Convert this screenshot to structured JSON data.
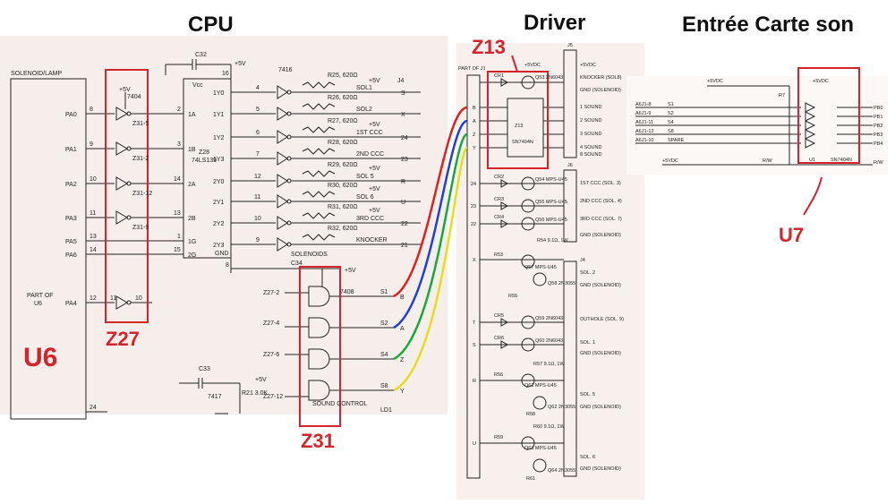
{
  "headings": {
    "cpu": "CPU",
    "driver": "Driver",
    "sound": "Entrée Carte son"
  },
  "annotations": {
    "u6": "U6",
    "z27": "Z27",
    "z31": "Z31",
    "z13": "Z13",
    "u7": "U7"
  },
  "colors": {
    "annotation_red": "#d4232a",
    "wire_red": "#e0201c",
    "wire_blue": "#1e3fd8",
    "wire_green": "#18a83a",
    "wire_yellow": "#e6dd1a"
  },
  "cpu": {
    "block_title": "SOLENOID/LAMP",
    "part_of_label": "PART OF",
    "part_of_ref": "U6",
    "pa_pins": [
      {
        "label": "PA0",
        "pin": "8"
      },
      {
        "label": "PA1",
        "pin": "9"
      },
      {
        "label": "PA2",
        "pin": "10"
      },
      {
        "label": "PA3",
        "pin": "11"
      },
      {
        "label": "PA5",
        "pin": "13"
      },
      {
        "label": "PA6",
        "pin": "14"
      },
      {
        "label": "PA4",
        "pin": "12"
      }
    ],
    "pa_lower_pin": "24",
    "inverter_chip": "7404",
    "inverter_supply": "+5V",
    "inverter_outputs": [
      "Z31-5",
      "Z31-2",
      "Z31-12",
      "Z31-9"
    ],
    "z27_pa4_pins": [
      "11",
      "10"
    ],
    "cap": "C32",
    "supply": "+5V",
    "decoder": {
      "name": "Z28",
      "part": "74LS139",
      "vcc": "Vcc",
      "gnd": "GND",
      "vcc_pin": "16",
      "gnd_pin": "8"
    },
    "decoder_inputs": [
      "1A",
      "1B",
      "2A",
      "2B",
      "1G",
      "2G"
    ],
    "decoder_input_pins": [
      "2",
      "3",
      "14",
      "13",
      "1",
      "15"
    ],
    "decoder_outputs": [
      "1Y0",
      "1Y1",
      "1Y2",
      "1Y3",
      "2Y0",
      "2Y1",
      "2Y2",
      "2Y3"
    ],
    "decoder_output_pins": [
      "4",
      "5",
      "6",
      "7",
      "12",
      "11",
      "10",
      "9"
    ],
    "driver_chip": "7416",
    "resistors": [
      {
        "ref": "R25, 620Ω",
        "out": "SOL1",
        "letter": "S",
        "pin": "J4"
      },
      {
        "ref": "R26, 620Ω",
        "out": "SOL2",
        "letter": "X",
        "pin": ""
      },
      {
        "ref": "R27, 620Ω",
        "out": "1ST CCC",
        "letter": "24",
        "pin": ""
      },
      {
        "ref": "R28, 620Ω",
        "out": "2ND CCC",
        "letter": "23",
        "pin": ""
      },
      {
        "ref": "R29, 620Ω",
        "out": "SOL 5",
        "letter": "R",
        "pin": ""
      },
      {
        "ref": "R30, 620Ω",
        "out": "SOL 6",
        "letter": "U",
        "pin": ""
      },
      {
        "ref": "R31, 620Ω",
        "out": "3RD CCC",
        "letter": "22",
        "pin": ""
      },
      {
        "ref": "R32, 620Ω",
        "out": "KNOCKER",
        "letter": "21",
        "pin": ""
      }
    ],
    "resistor_supply": "+5V",
    "solenoids_label": "SOLENOIDS",
    "cap_c34": "C34",
    "nand_chip": "7408",
    "nand_supply": "+5V",
    "nand_inputs": [
      "Z27-2",
      "Z27-4",
      "Z27-6",
      "Z27-12"
    ],
    "nand_outputs": [
      {
        "signal": "S1",
        "letter": "B"
      },
      {
        "signal": "S2",
        "letter": "A"
      },
      {
        "signal": "S4",
        "letter": "Z"
      },
      {
        "signal": "S8",
        "letter": "Y"
      }
    ],
    "sound_control": "SOUND CONTROL",
    "ld1": "LD1",
    "cap_c33": "C33",
    "chip_7417": "7417",
    "r21": "R21 3.0K"
  },
  "driver": {
    "part_of_j1": "PART OF J1",
    "j5": "J5",
    "j6": "J6",
    "j4": "J4",
    "supply": "+5VDC",
    "z13_part": "SN7404N",
    "z13_ref": "Z13",
    "upper_outputs": [
      "+5VDC",
      "KNOCKER (SOL8)",
      "GND (SOLENOID)",
      "1 SOUND",
      "2 SOUND",
      "3 SOUND",
      "4 SOUND",
      "8 SOUND"
    ],
    "ccc_outputs": [
      "1ST CCC (SOL. 3)",
      "2ND CCC (SOL. 4)",
      "3RD CCC (SOL. 7)",
      "GND (SOLENOID)"
    ],
    "lower_outputs": [
      "SOL. 2",
      "GND (SOLENOID)",
      "OUTHOLE (SOL. 9)",
      "SOL. 1",
      "GND (SOLENOID)",
      "SOL. 5",
      "GND (SOLENOID)",
      "SOL. 6",
      "GND (SOLENOID)"
    ],
    "transistors": [
      "Q53 2N6043",
      "Q54 MPS-U45",
      "Q55 MPS-U45",
      "Q56 MPS-U45",
      "Q57 MPS-U45",
      "Q58 2N3055",
      "Q59 2N6043",
      "Q60 2N6043",
      "Q61 MPS-U45",
      "Q62 2N3055",
      "Q63 MPS-U45",
      "Q64 2N3055"
    ],
    "diodes": [
      "CR1",
      "CR2",
      "CR3",
      "CR4",
      "CR5",
      "CR6"
    ],
    "resistors": [
      "R53",
      "R54 9.1Ω, 1W",
      "R55",
      "R56",
      "R57 9.1Ω, 1W",
      "R58",
      "R59",
      "R60 9.1Ω, 1W",
      "R61"
    ],
    "j1_letters": [
      "B",
      "A",
      "Z",
      "Y",
      "24",
      "23",
      "22",
      "X",
      "T",
      "S",
      "R",
      "U"
    ]
  },
  "sound": {
    "supply": "+5VDC",
    "supply_top": "+5VDC",
    "resistor": "R7",
    "chip": "SN7404N",
    "chip_ref": "U1",
    "inputs": [
      {
        "pin": "A6J1-8",
        "signal": "S1",
        "out": "PB0"
      },
      {
        "pin": "A6J1-9",
        "signal": "S2",
        "out": "PB1"
      },
      {
        "pin": "A6J1-11",
        "signal": "S4",
        "out": "PB2"
      },
      {
        "pin": "A6J1-12",
        "signal": "S8",
        "out": "PB3"
      },
      {
        "pin": "A6J1-10",
        "signal": "SPARE",
        "out": "PB4"
      }
    ],
    "rw_left": "+5VDC",
    "rw_label": "R/W",
    "rw_out": "R/W"
  }
}
